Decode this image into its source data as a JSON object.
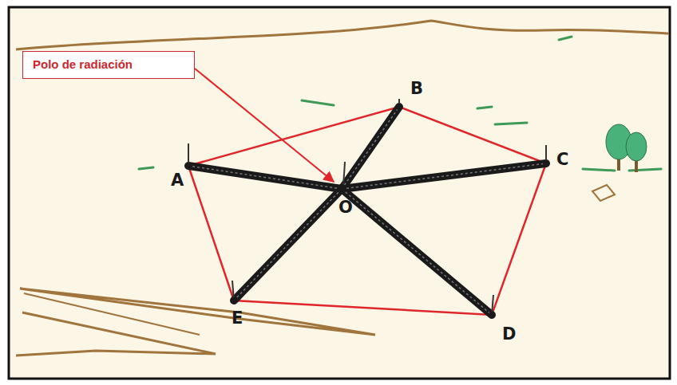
{
  "diagram": {
    "nodes": [
      {
        "text": [
          "Polo de radiación"
        ]
      }
    ],
    "labels": [
      "B",
      "A",
      "C",
      "O",
      "E",
      "D"
    ]
  }
}
